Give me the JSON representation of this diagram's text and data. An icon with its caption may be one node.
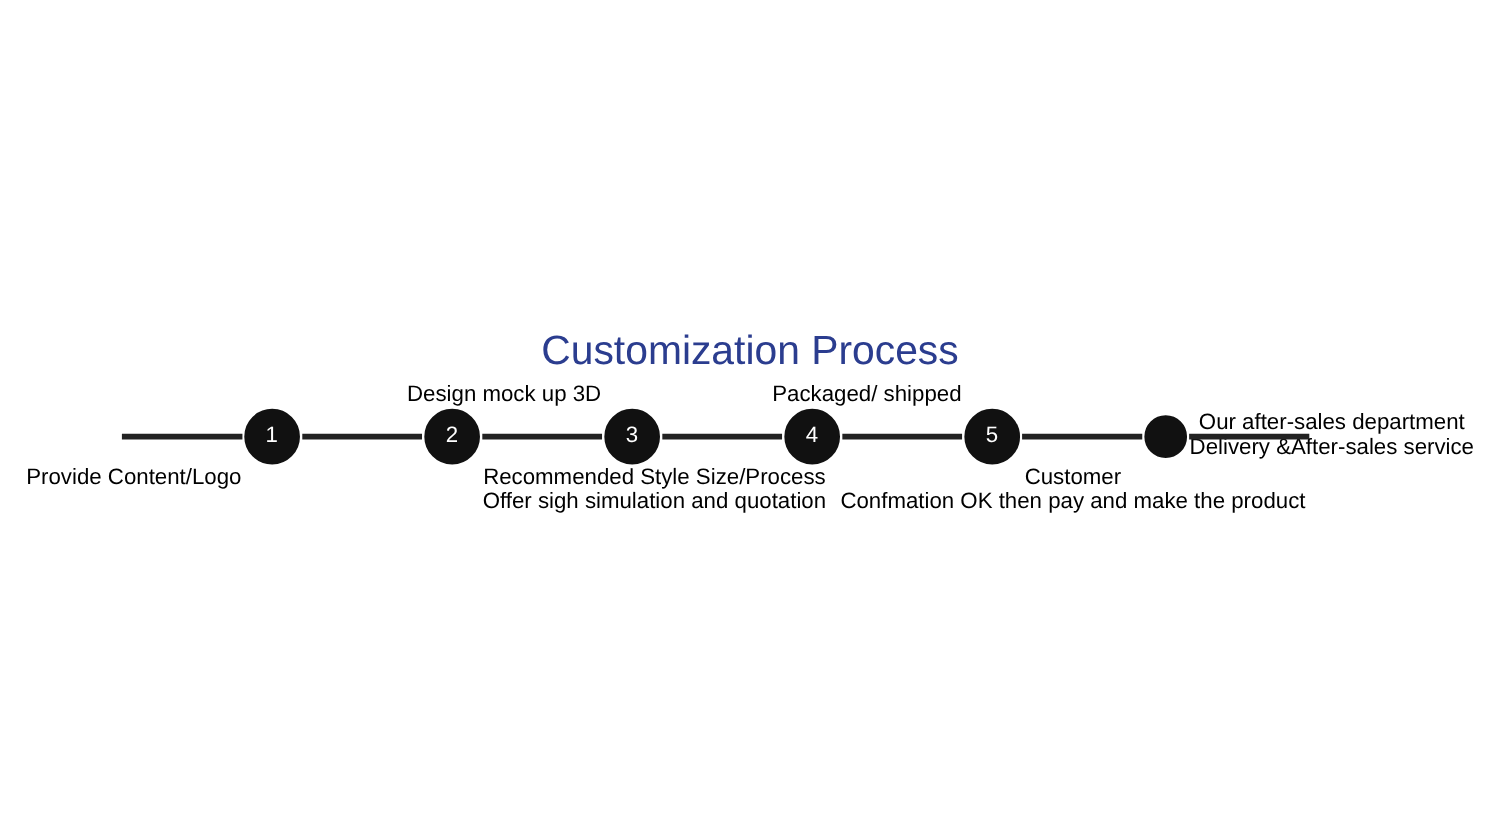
{
  "diagram": {
    "title": "Customization Process",
    "nodes": [
      {
        "text": [
          "1"
        ],
        "beside": [
          "Provide Content/Logo"
        ]
      },
      {
        "text": [
          "2"
        ],
        "beside": [
          "Recommended Style Size/Process",
          "Offer sigh simulation and quotation"
        ]
      },
      {
        "text": [
          "3"
        ],
        "beside": [
          "Design mock up 3D"
        ]
      },
      {
        "text": [
          "4"
        ],
        "beside": [
          "Customer",
          "Confmation OK then pay and make the product"
        ]
      },
      {
        "text": [
          "5"
        ],
        "beside": [
          "Packaged/ shipped"
        ]
      },
      {
        "text": [],
        "shape": "circle",
        "beside": [
          "Our after-sales department",
          "Delivery &After-sales service"
        ]
      }
    ],
    "edges": [
      {
        "from": null,
        "to": 0,
        "arrow": "none"
      },
      {
        "from": 0,
        "to": 1,
        "arrow": "none"
      },
      {
        "from": 1,
        "to": 2,
        "arrow": "none"
      },
      {
        "from": 2,
        "to": 3,
        "arrow": "none"
      },
      {
        "from": 3,
        "to": 4,
        "arrow": "none"
      },
      {
        "from": 4,
        "to": 5,
        "arrow": "none"
      },
      {
        "from": 5,
        "to": null,
        "arrow": "none"
      }
    ]
  }
}
